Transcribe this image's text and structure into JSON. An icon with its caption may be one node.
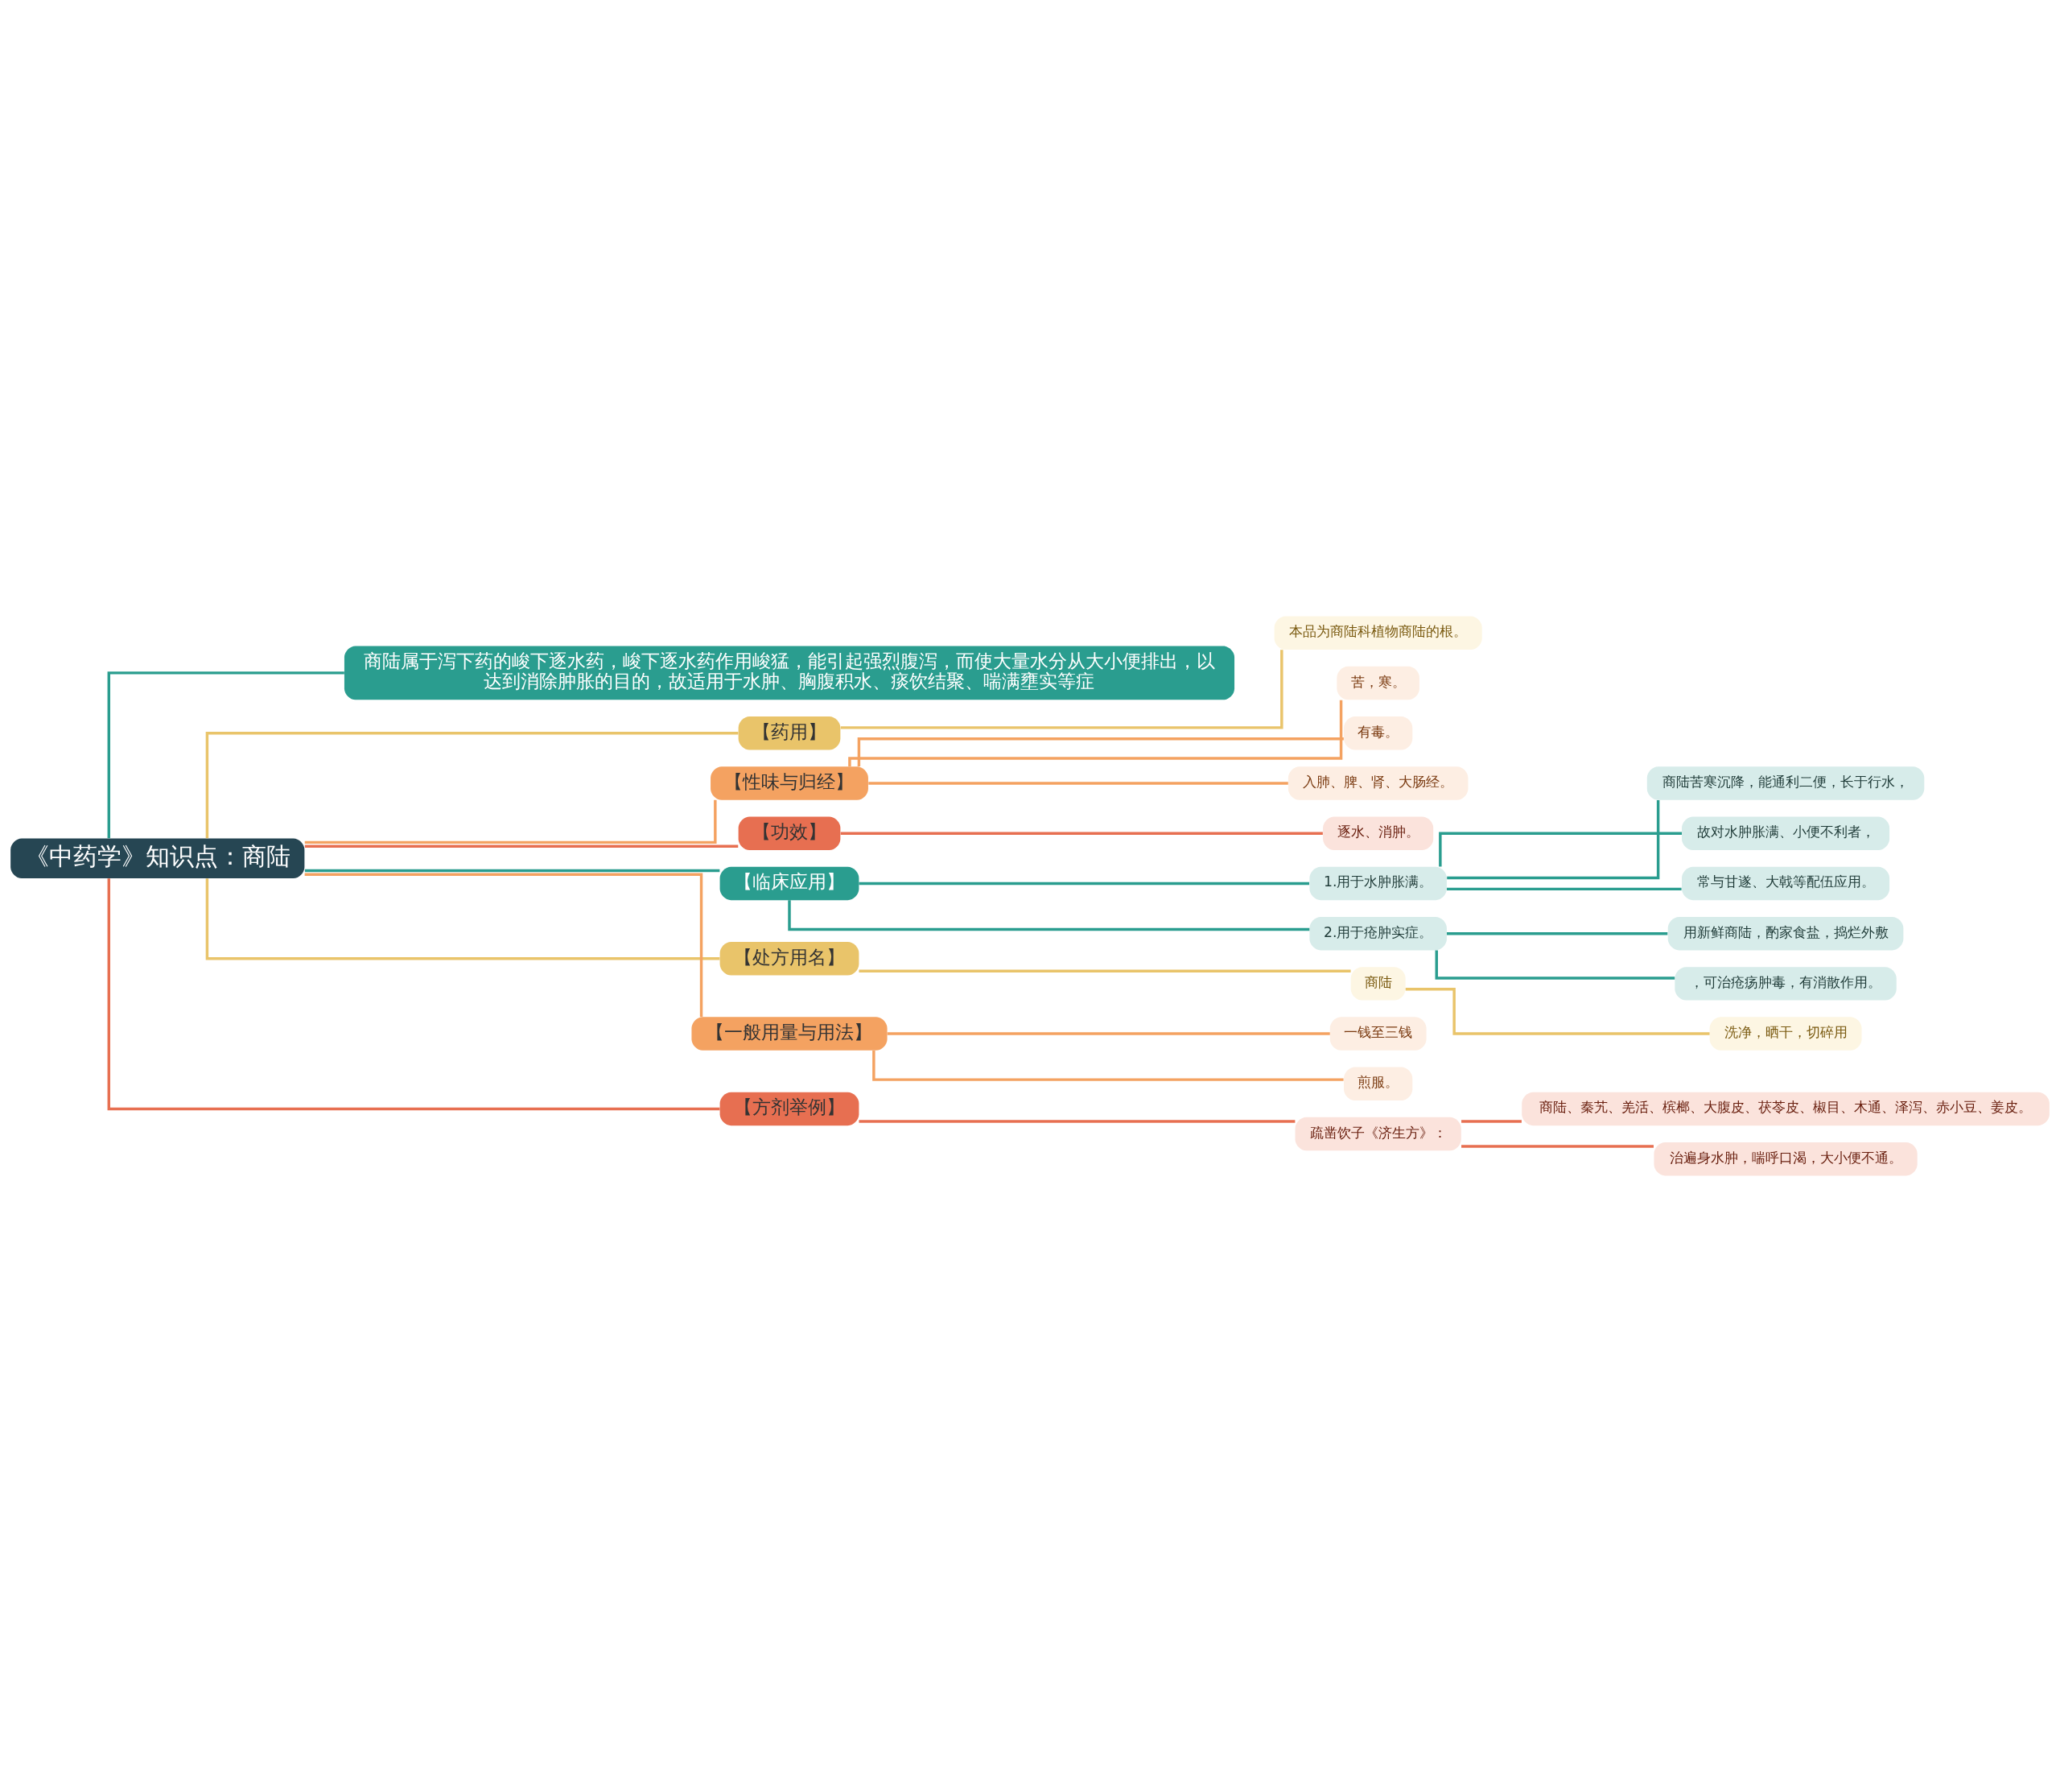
{
  "diagram": {
    "nodes": [
      {
        "text": [
          "《中药学》知识点：商陆"
        ]
      },
      {
        "text": [
          "商陆属于泻下药的峻下逐水药，峻下逐水药作用峻猛，能引起强烈腹泻，而使大量水分从大小便排出，以达到消除肿胀的目的，故适用于水肿、胸腹积水、痰饮结聚、喘满壅实等症"
        ]
      },
      {
        "text": [
          "【药用】"
        ]
      },
      {
        "text": [
          "本品为商陆科植物商陆的根。"
        ]
      },
      {
        "text": [
          "【性味与归经】"
        ]
      },
      {
        "text": [
          "苦，寒。"
        ]
      },
      {
        "text": [
          "有毒。"
        ]
      },
      {
        "text": [
          "入肺、脾、肾、大肠经。"
        ]
      },
      {
        "text": [
          "【功效】"
        ]
      },
      {
        "text": [
          "逐水、消肿。"
        ]
      },
      {
        "text": [
          "【临床应用】"
        ]
      },
      {
        "text": [
          "1.用于水肿胀满。"
        ]
      },
      {
        "text": [
          "商陆苦寒沉降，能通利二便，长于行水，"
        ]
      },
      {
        "text": [
          "故对水肿胀满、小便不利者，"
        ]
      },
      {
        "text": [
          "常与甘遂、大戟等配伍应用。"
        ]
      },
      {
        "text": [
          "2.用于疮肿实症。"
        ]
      },
      {
        "text": [
          "用新鲜商陆，酌家食盐，捣烂外敷"
        ]
      },
      {
        "text": [
          "，可治疮疡肿毒，有消散作用。"
        ]
      },
      {
        "text": [
          "【处方用名】"
        ]
      },
      {
        "text": [
          "商陆"
        ]
      },
      {
        "text": [
          "洗净，晒干，切碎用"
        ]
      },
      {
        "text": [
          "【一般用量与用法】"
        ]
      },
      {
        "text": [
          "一钱至三钱"
        ]
      },
      {
        "text": [
          "煎服。"
        ]
      },
      {
        "text": [
          "【方剂举例】"
        ]
      },
      {
        "text": [
          "疏凿饮子《济生方》："
        ]
      },
      {
        "text": [
          "商陆、秦艽、羌活、槟榔、大腹皮、茯苓皮、椒目、木通、泽泻、赤小豆、姜皮。"
        ]
      },
      {
        "text": [
          "治遍身水肿，喘呼口渴，大小便不通。"
        ]
      }
    ],
    "edges": [
      {
        "from": 0,
        "to": 1,
        "arrow": "none"
      },
      {
        "from": 0,
        "to": 2,
        "arrow": "none",
        "color": "#e9c46a"
      },
      {
        "from": 2,
        "to": 3,
        "arrow": "none",
        "color": "#e9c46a"
      },
      {
        "from": 0,
        "to": 4,
        "arrow": "none",
        "color": "#f4a261"
      },
      {
        "from": 4,
        "to": 5,
        "arrow": "none",
        "color": "#f4a261"
      },
      {
        "from": 4,
        "to": 6,
        "arrow": "none",
        "color": "#f4a261"
      },
      {
        "from": 4,
        "to": 7,
        "arrow": "none",
        "color": "#f4a261"
      },
      {
        "from": 0,
        "to": 8,
        "arrow": "none",
        "color": "#e76f51"
      },
      {
        "from": 8,
        "to": 9,
        "arrow": "none",
        "color": "#e76f51"
      },
      {
        "from": 0,
        "to": 10,
        "arrow": "none"
      },
      {
        "from": 10,
        "to": 11,
        "arrow": "none"
      },
      {
        "from": 11,
        "to": 12,
        "arrow": "none"
      },
      {
        "from": 11,
        "to": 13,
        "arrow": "none"
      },
      {
        "from": 11,
        "to": 14,
        "arrow": "none"
      },
      {
        "from": 10,
        "to": 15,
        "arrow": "none"
      },
      {
        "from": 15,
        "to": 16,
        "arrow": "none"
      },
      {
        "from": 15,
        "to": 17,
        "arrow": "none"
      },
      {
        "from": 0,
        "to": 18,
        "arrow": "none",
        "color": "#e9c46a"
      },
      {
        "from": 18,
        "to": 19,
        "arrow": "none",
        "color": "#e9c46a"
      },
      {
        "from": 19,
        "to": 20,
        "arrow": "none",
        "color": "#e9c46a"
      },
      {
        "from": 0,
        "to": 21,
        "arrow": "none",
        "color": "#f4a261"
      },
      {
        "from": 21,
        "to": 22,
        "arrow": "none",
        "color": "#f4a261"
      },
      {
        "from": 21,
        "to": 23,
        "arrow": "none",
        "color": "#f4a261"
      },
      {
        "from": 0,
        "to": 24,
        "arrow": "none",
        "color": "#e76f51"
      },
      {
        "from": 24,
        "to": 25,
        "arrow": "none",
        "color": "#e76f51"
      },
      {
        "from": 25,
        "to": 26,
        "arrow": "none",
        "color": "#e76f51"
      },
      {
        "from": 25,
        "to": 27,
        "arrow": "none",
        "color": "#e76f51"
      }
    ]
  }
}
